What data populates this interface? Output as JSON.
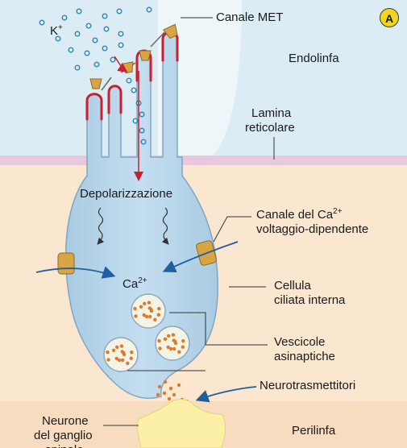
{
  "panel_label": "A",
  "labels": {
    "ion_k": "K",
    "ion_k_charge": "+",
    "met_channel": "Canale MET",
    "endolymph": "Endolinfa",
    "reticular_lamina_1": "Lamina",
    "reticular_lamina_2": "reticolare",
    "depolarization": "Depolarizzazione",
    "ca_channel_1": "Canale del Ca",
    "ca_channel_charge": "2+",
    "ca_channel_2": "voltaggio-dipendente",
    "ion_ca": "Ca",
    "ion_ca_charge": "2+",
    "inner_hair_cell_1": "Cellula",
    "inner_hair_cell_2": "ciliata interna",
    "vesicles_1": "Vescicole",
    "vesicles_2": "asinaptiche",
    "neurotransmitters": "Neurotrasmettitori",
    "neuron_1": "Neurone",
    "neuron_2": "del ganglio",
    "neuron_3": "spinale",
    "perilymph": "Perilinfa"
  },
  "colors": {
    "endolymph_bg": "#dcecf4",
    "lamina_band": "#e8c8dc",
    "perilymph_bg": "#fbe6cf",
    "perilymph_deep": "#f8dcc0",
    "cell_fill": "#b9d6ea",
    "cell_outline": "#7fa6c4",
    "cilia_tip": "#c8202c",
    "channel": "#d9a544",
    "vesicle_dot": "#e07a28",
    "arrow_blue": "#1f5fa0",
    "neuron": "#fbf0a6"
  }
}
